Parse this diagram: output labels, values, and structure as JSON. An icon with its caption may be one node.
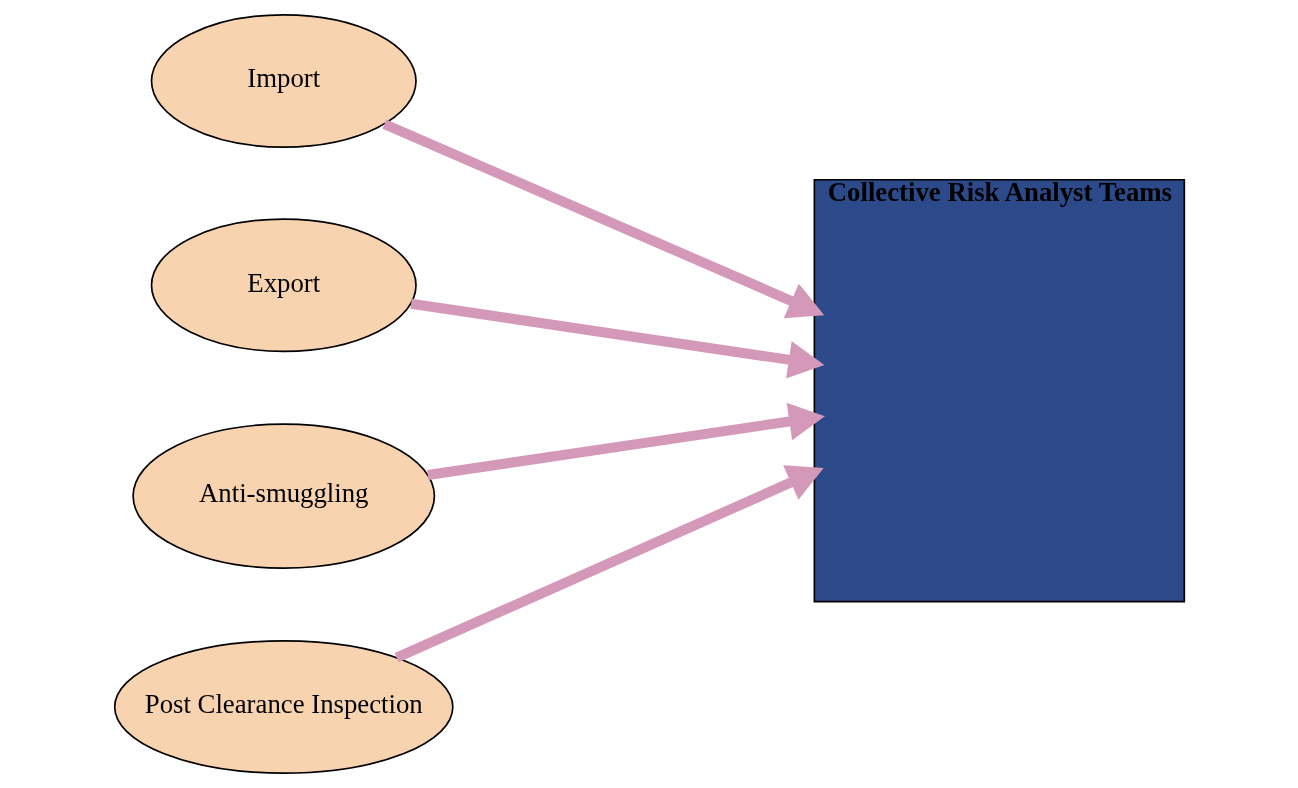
{
  "diagram": {
    "nodes": [
      {
        "text": [
          "Import"
        ]
      },
      {
        "text": [
          "Export"
        ]
      },
      {
        "text": [
          "Anti-smuggling"
        ]
      },
      {
        "text": [
          "Post Clearance Inspection"
        ]
      },
      {
        "text": [
          "Collective Risk Analyst Teams"
        ]
      }
    ],
    "edges": [
      {
        "from": 0,
        "to": 4,
        "arrow": "to"
      },
      {
        "from": 1,
        "to": 4,
        "arrow": "to"
      },
      {
        "from": 2,
        "to": 4,
        "arrow": "to"
      },
      {
        "from": 3,
        "to": 4,
        "arrow": "to"
      }
    ]
  }
}
